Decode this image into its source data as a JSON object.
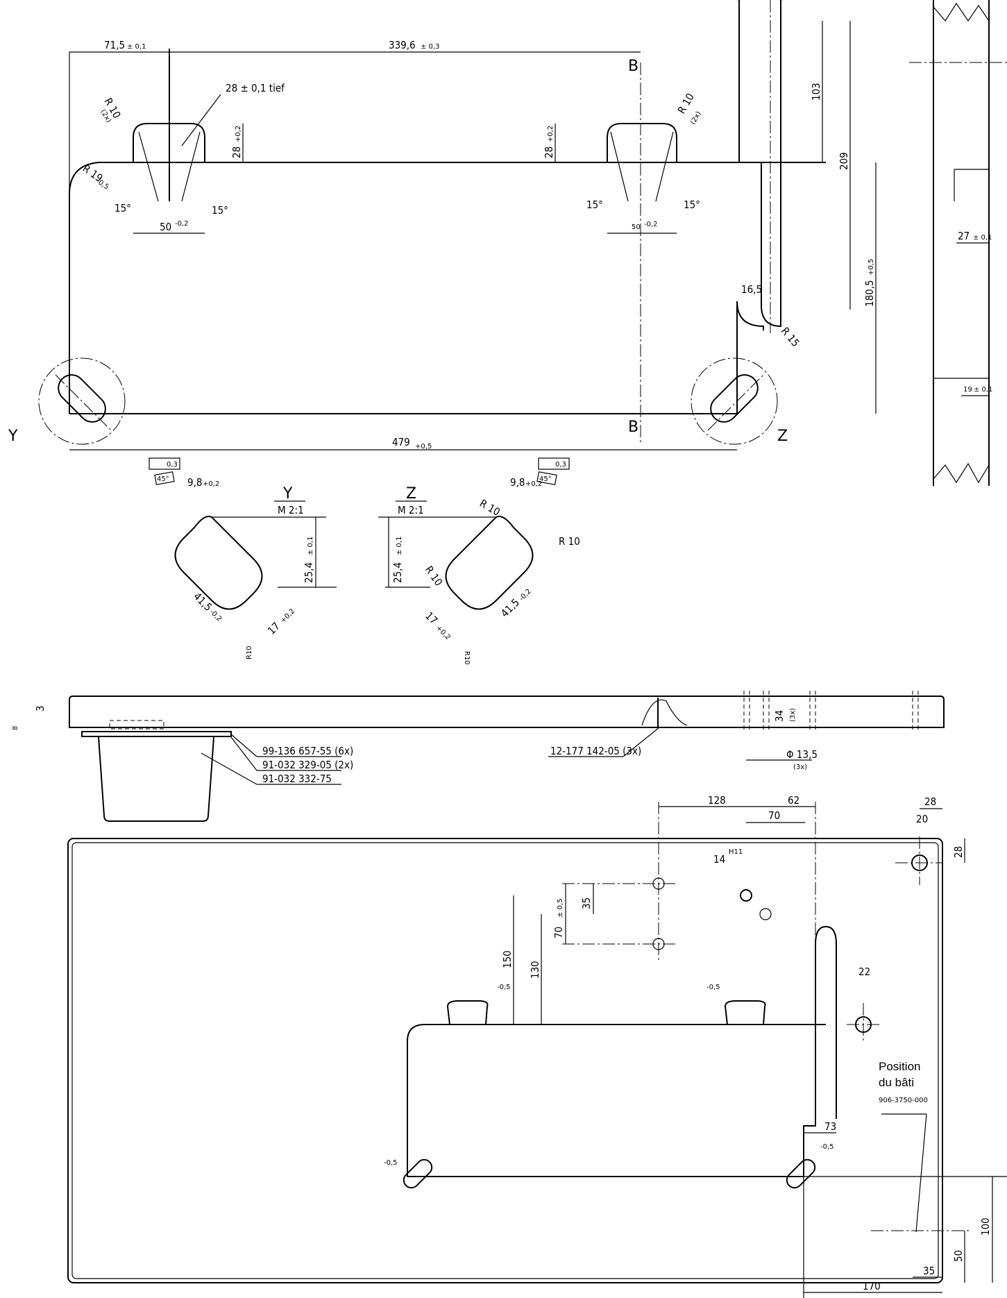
{
  "top_view": {
    "dim_left": "71,5",
    "dim_left_tol": "± 0,1",
    "dim_span": "339,6",
    "dim_span_tol": "± 0,3",
    "depth_note": "28 ± 0,1 tief",
    "r_left": "R 10",
    "r_left_count": "(2x)",
    "r_right": "R 10",
    "r_right_count": "(2x)",
    "r_corner": "R 19",
    "r_corner_tol": "-0,5",
    "pocket_h_left": "28",
    "pocket_h_left_tol": "+0,2",
    "pocket_h_right": "28",
    "pocket_h_right_tol": "+0,2",
    "angle_1": "15°",
    "angle_2": "15°",
    "angle_3": "15°",
    "angle_4": "15°",
    "pocket_w_left": "50",
    "pocket_w_left_tol": "-0,2",
    "pocket_w_right": "50",
    "pocket_w_right_tol": "-0,2",
    "section_b": "B",
    "dim_103": "103",
    "dim_209": "209",
    "dim_180": "180,5",
    "dim_180_tol": "+0,5",
    "dim_16": "16,5",
    "r_15": "R 15",
    "dim_479": "479",
    "dim_479_tol": "+0,5",
    "detail_y": "Y",
    "detail_z": "Z"
  },
  "side_strip": {
    "dim_27": "27",
    "dim_27_tol": "± 0,1",
    "dim_19": "19",
    "dim_19_tol": "± 0,1"
  },
  "detail_y": {
    "title": "Y",
    "scale": "M 2:1",
    "flat_tol": "0,3",
    "angle": "45°",
    "dim_98": "9,8",
    "dim_98_tol": "+0,2",
    "dim_254": "25,4",
    "dim_254_tol": "± 0,1",
    "dim_415": "41,5",
    "dim_415_tol": "-0,2",
    "dim_17": "17",
    "dim_17_tol": "+0,2",
    "r10": "R10"
  },
  "detail_z": {
    "title": "Z",
    "scale": "M 2:1",
    "flat_tol": "0,3",
    "angle": "45°",
    "dim_98": "9,8",
    "dim_98_tol": "+0,2",
    "r10_a": "R 10",
    "r10_b": "R 10",
    "r10_c": "R 10",
    "dim_254": "25,4",
    "dim_254_tol": "± 0,1",
    "dim_415": "41,5",
    "dim_415_tol": "-0,2",
    "dim_17": "17",
    "dim_17_tol": "+0,2",
    "r10_d": "R10"
  },
  "section_view": {
    "dim_3": "3",
    "dim_8": "8",
    "part_1": "99-136 657-55 (6x)",
    "part_2": "91-032 329-05 (2x)",
    "part_3": "91-032 332-75",
    "part_4": "12-177 142-05 (3x)",
    "dim_34": "34",
    "dim_34_count": "(3x)",
    "dim_hole": "Φ 13,5",
    "dim_hole_count": "(3x)"
  },
  "bottom_view": {
    "dim_128": "128",
    "dim_62": "62",
    "dim_70a": "70",
    "dim_28a": "28",
    "dim_20": "20",
    "dim_28b": "28",
    "dim_14": "14",
    "dim_14_fit": "H11",
    "dim_35": "35",
    "dim_70b": "70",
    "dim_70b_tol": "± 0,5",
    "dim_150": "150",
    "dim_130": "130",
    "tol_05a": "-0,5",
    "tol_05b": "-0,5",
    "dim_22": "22",
    "position_line1": "Position",
    "position_line2": "du bâti",
    "position_part": "906-3750-000",
    "dim_73": "73",
    "tol_05c": "-0,5",
    "tol_05d": "-0,5",
    "dim_100": "100",
    "dim_50": "50",
    "dim_170": "170",
    "dim_35b": "35"
  }
}
